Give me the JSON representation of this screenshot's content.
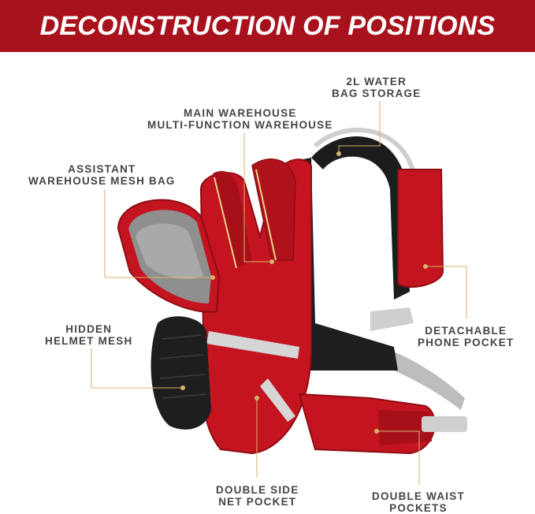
{
  "banner": {
    "title": "DECONSTRUCTION OF POSITIONS",
    "background": "#a8121d"
  },
  "callouts": {
    "water_bag": {
      "line1": "2L WATER",
      "line2": "BAG STORAGE"
    },
    "main_warehouse": {
      "line1": "MAIN WAREHOUSE",
      "line2": "MULTI-FUNCTION WAREHOUSE"
    },
    "assistant_mesh": {
      "line1": "ASSISTANT",
      "line2": "WAREHOUSE MESH BAG"
    },
    "helmet_mesh": {
      "line1": "HIDDEN",
      "line2": "HELMET MESH"
    },
    "phone_pocket": {
      "line1": "DETACHABLE",
      "line2": "PHONE POCKET"
    },
    "side_net": {
      "line1": "DOUBLE SIDE",
      "line2": "NET POCKET"
    },
    "waist_pockets": {
      "line1": "DOUBLE WAIST",
      "line2": "POCKETS"
    }
  },
  "colors": {
    "leader_line": "#d9b26a",
    "bag_red": "#c4141f",
    "bag_dark_red": "#8e0d15",
    "strap_grey": "#c9c9c9",
    "mesh_black": "#1e1e1e"
  }
}
